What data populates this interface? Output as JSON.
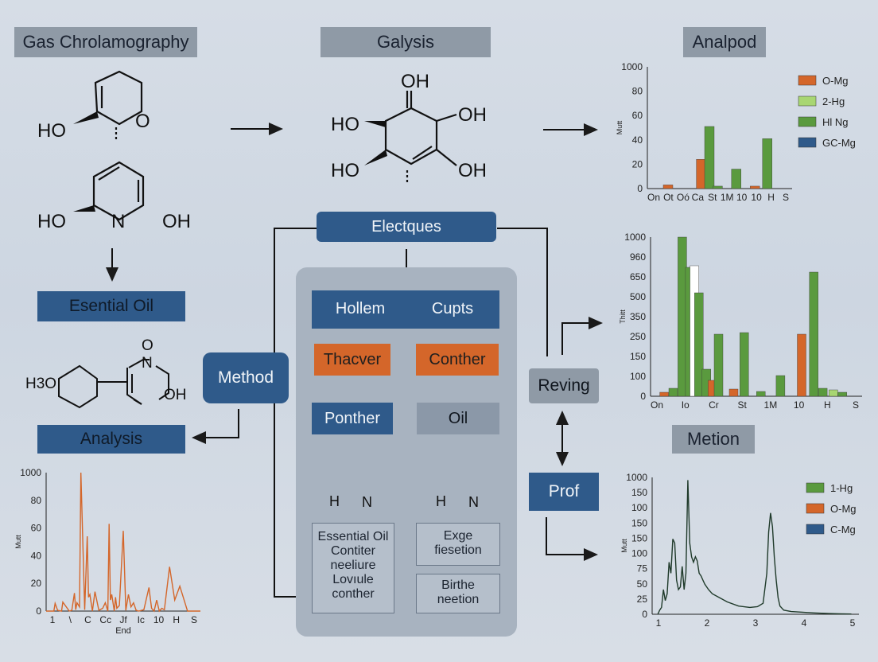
{
  "headers": {
    "gas": "Gas Chrolamography",
    "galysis": "Galysis",
    "analpod": "Analpod",
    "essential_oil": "Esential Oil",
    "analysis": "Analysis",
    "electques": "Electques",
    "method": "Method",
    "reving": "Reving",
    "prof": "Prof",
    "metion": "Metion"
  },
  "panel": {
    "hollem": "Hollem",
    "cupts": "Cupts",
    "thacver": "Thacver",
    "conther": "Conther",
    "ponther": "Ponther",
    "oil": "Oil",
    "box1_lines": [
      "Essential Oil",
      "Contiter",
      "neeliure",
      "Lovıule",
      "conther"
    ],
    "box2_lines": [
      "Exge",
      "fiesetion"
    ],
    "box3_lines": [
      "Birthe",
      "neetion"
    ]
  },
  "molecules": {
    "m1_ho": "HO",
    "m1_o": "O",
    "m2_ho": "HO",
    "m2_n": "N",
    "m2_oh": "OH",
    "m3_oh_top": "OH",
    "m3_ho_left": "HO",
    "m3_oh_right": "OH",
    "m3_ho_bottom": "HO",
    "m3_oh_bottom": "OH",
    "m4_h3o": "H3O",
    "m4_o": "O",
    "m4_n": "N",
    "m4_oh": "OH",
    "hjn_h": "H",
    "hjn_n": "N"
  },
  "colors": {
    "orange": "#d4662a",
    "light_green": "#a8d672",
    "green": "#5a9a3e",
    "navy": "#2f5a8a"
  },
  "chart_data": [
    {
      "type": "bar",
      "ylabel": "Mutt",
      "ylim": [
        0,
        100
      ],
      "yticks": [
        "1000",
        "80",
        "60",
        "40",
        "20",
        "0"
      ],
      "xticks": [
        "On",
        "Ot",
        "Oó",
        "Ca",
        "St",
        "1M",
        "10",
        "10",
        "H",
        "S"
      ],
      "legend": [
        {
          "name": "O-Mg",
          "color": "#d4662a"
        },
        {
          "name": "2-Hg",
          "color": "#a8d672"
        },
        {
          "name": "Hl Ng",
          "color": "#5a9a3e"
        },
        {
          "name": "GC-Mg",
          "color": "#2f5a8a"
        }
      ],
      "bars": [
        {
          "x": 1.0,
          "value": 3,
          "color": "#d4662a"
        },
        {
          "x": 2.6,
          "value": 24,
          "color": "#d4662a"
        },
        {
          "x": 3.0,
          "value": 51,
          "color": "#5a9a3e"
        },
        {
          "x": 3.4,
          "value": 2,
          "color": "#5a9a3e"
        },
        {
          "x": 4.3,
          "value": 16,
          "color": "#5a9a3e"
        },
        {
          "x": 5.2,
          "value": 2,
          "color": "#d4662a"
        },
        {
          "x": 5.8,
          "value": 41,
          "color": "#5a9a3e"
        }
      ]
    },
    {
      "type": "bar",
      "ylabel": "Thitt",
      "ylim": [
        0,
        1000
      ],
      "yticks": [
        "1000",
        "960",
        "650",
        "500",
        "350",
        "250",
        "150",
        "100",
        "0"
      ],
      "xticks": [
        "On",
        "Io",
        "Cr",
        "St",
        "1M",
        "10",
        "H",
        "S"
      ],
      "bars": [
        {
          "x": 0.45,
          "value": 25,
          "color": "#d4662a"
        },
        {
          "x": 0.75,
          "value": 50,
          "color": "#5a9a3e"
        },
        {
          "x": 1.05,
          "value": 1000,
          "color": "#5a9a3e"
        },
        {
          "x": 1.3,
          "value": 810,
          "color": "#5a9a3e"
        },
        {
          "x": 1.45,
          "value": 820,
          "color": "#ffffff"
        },
        {
          "x": 1.6,
          "value": 650,
          "color": "#5a9a3e"
        },
        {
          "x": 1.85,
          "value": 170,
          "color": "#5a9a3e"
        },
        {
          "x": 2.05,
          "value": 100,
          "color": "#d4662a"
        },
        {
          "x": 2.25,
          "value": 390,
          "color": "#5a9a3e"
        },
        {
          "x": 2.75,
          "value": 45,
          "color": "#d4662a"
        },
        {
          "x": 3.1,
          "value": 400,
          "color": "#5a9a3e"
        },
        {
          "x": 3.65,
          "value": 30,
          "color": "#5a9a3e"
        },
        {
          "x": 4.3,
          "value": 130,
          "color": "#5a9a3e"
        },
        {
          "x": 5.0,
          "value": 390,
          "color": "#d4662a"
        },
        {
          "x": 5.4,
          "value": 780,
          "color": "#5a9a3e"
        },
        {
          "x": 5.7,
          "value": 50,
          "color": "#5a9a3e"
        },
        {
          "x": 6.05,
          "value": 40,
          "color": "#a8d672"
        },
        {
          "x": 6.35,
          "value": 25,
          "color": "#5a9a3e"
        }
      ]
    },
    {
      "type": "line",
      "ylabel": "Mutt",
      "xlabel": "End",
      "ylim": [
        0,
        1000
      ],
      "yticks": [
        "1000",
        "80",
        "60",
        "40",
        "20",
        "0"
      ],
      "xticks": [
        "1",
        "\\",
        "C",
        "Cc",
        "Jf",
        "Ic",
        "10",
        "H",
        "S"
      ],
      "color": "#d4662a",
      "x": [
        0,
        0.3,
        0.35,
        0.45,
        0.6,
        0.65,
        0.9,
        1.0,
        1.1,
        1.15,
        1.2,
        1.3,
        1.35,
        1.5,
        1.6,
        1.65,
        1.7,
        1.8,
        1.9,
        2.05,
        2.2,
        2.3,
        2.4,
        2.45,
        2.5,
        2.55,
        2.65,
        2.7,
        2.75,
        2.85,
        3.0,
        3.1,
        3.2,
        3.3,
        3.4,
        3.5,
        3.6,
        3.8,
        4.0,
        4.1,
        4.2,
        4.3,
        4.4,
        4.5,
        4.6,
        4.8,
        5.0,
        5.2,
        5.5,
        6.0
      ],
      "y": [
        0,
        0,
        55,
        5,
        0,
        65,
        0,
        5,
        130,
        10,
        60,
        30,
        1000,
        10,
        540,
        100,
        120,
        0,
        140,
        5,
        20,
        60,
        0,
        630,
        80,
        120,
        0,
        100,
        20,
        40,
        580,
        5,
        120,
        30,
        60,
        5,
        0,
        10,
        170,
        20,
        0,
        80,
        0,
        20,
        10,
        320,
        80,
        180,
        0,
        0
      ]
    },
    {
      "type": "line",
      "ylabel": "Mutt",
      "ylim": [
        0,
        1000
      ],
      "yticks": [
        "1000",
        "150",
        "100",
        "150",
        "150",
        "100",
        "75",
        "50",
        "25",
        "0"
      ],
      "xticks": [
        "1",
        "2",
        "3",
        "4",
        "5"
      ],
      "legend": [
        {
          "name": "1-Hg",
          "color": "#5a9a3e"
        },
        {
          "name": "O-Mg",
          "color": "#d4662a"
        },
        {
          "name": "C-Mg",
          "color": "#2f5a8a"
        }
      ],
      "color": "#1f3a2a",
      "x": [
        0.15,
        0.2,
        0.25,
        0.3,
        0.35,
        0.4,
        0.45,
        0.5,
        0.55,
        0.6,
        0.65,
        0.7,
        0.75,
        0.8,
        0.85,
        0.9,
        0.95,
        1.0,
        1.05,
        1.1,
        1.15,
        1.2,
        1.25,
        1.3,
        1.35,
        1.4,
        1.5,
        1.6,
        1.8,
        2.0,
        2.3,
        2.6,
        2.8,
        2.95,
        3.05,
        3.1,
        3.15,
        3.2,
        3.25,
        3.3,
        3.35,
        3.4,
        3.5,
        3.7,
        4.0,
        4.3,
        4.7,
        5.0,
        5.3
      ],
      "y": [
        0,
        30,
        50,
        180,
        100,
        150,
        380,
        300,
        550,
        520,
        250,
        180,
        200,
        350,
        180,
        300,
        980,
        520,
        420,
        380,
        420,
        390,
        300,
        280,
        250,
        220,
        180,
        150,
        120,
        90,
        60,
        50,
        55,
        80,
        300,
        600,
        740,
        640,
        420,
        250,
        120,
        60,
        30,
        20,
        15,
        10,
        5,
        3,
        2
      ]
    }
  ]
}
